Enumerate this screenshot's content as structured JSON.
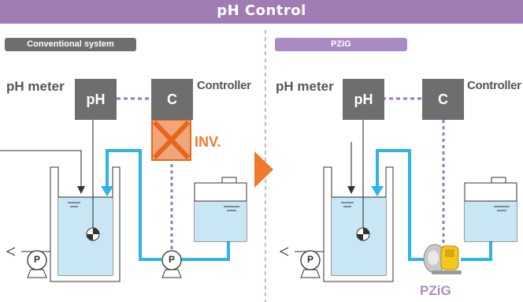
{
  "title": "pH Control",
  "left": {
    "tag": "Conventional system",
    "ph_meter_label": "pH meter",
    "ph_box": "pH",
    "controller_box": "C",
    "controller_label": "Controller",
    "inverter_label": "INV.",
    "pump_symbol": "P"
  },
  "right": {
    "tag": "PZiG",
    "ph_meter_label": "pH meter",
    "ph_box": "pH",
    "controller_box": "C",
    "controller_label": "Controller",
    "pump_symbol": "P",
    "pump_label": "PZiG"
  },
  "colors": {
    "header": "#a07cb4",
    "conventional_tag": "#6e6e6e",
    "pzig_tag": "#a98bc2",
    "pipe": "#2eb4e6",
    "signal": "#9b78b8",
    "inverter": "#f07a2a",
    "liquid": "#c9e6f5"
  }
}
